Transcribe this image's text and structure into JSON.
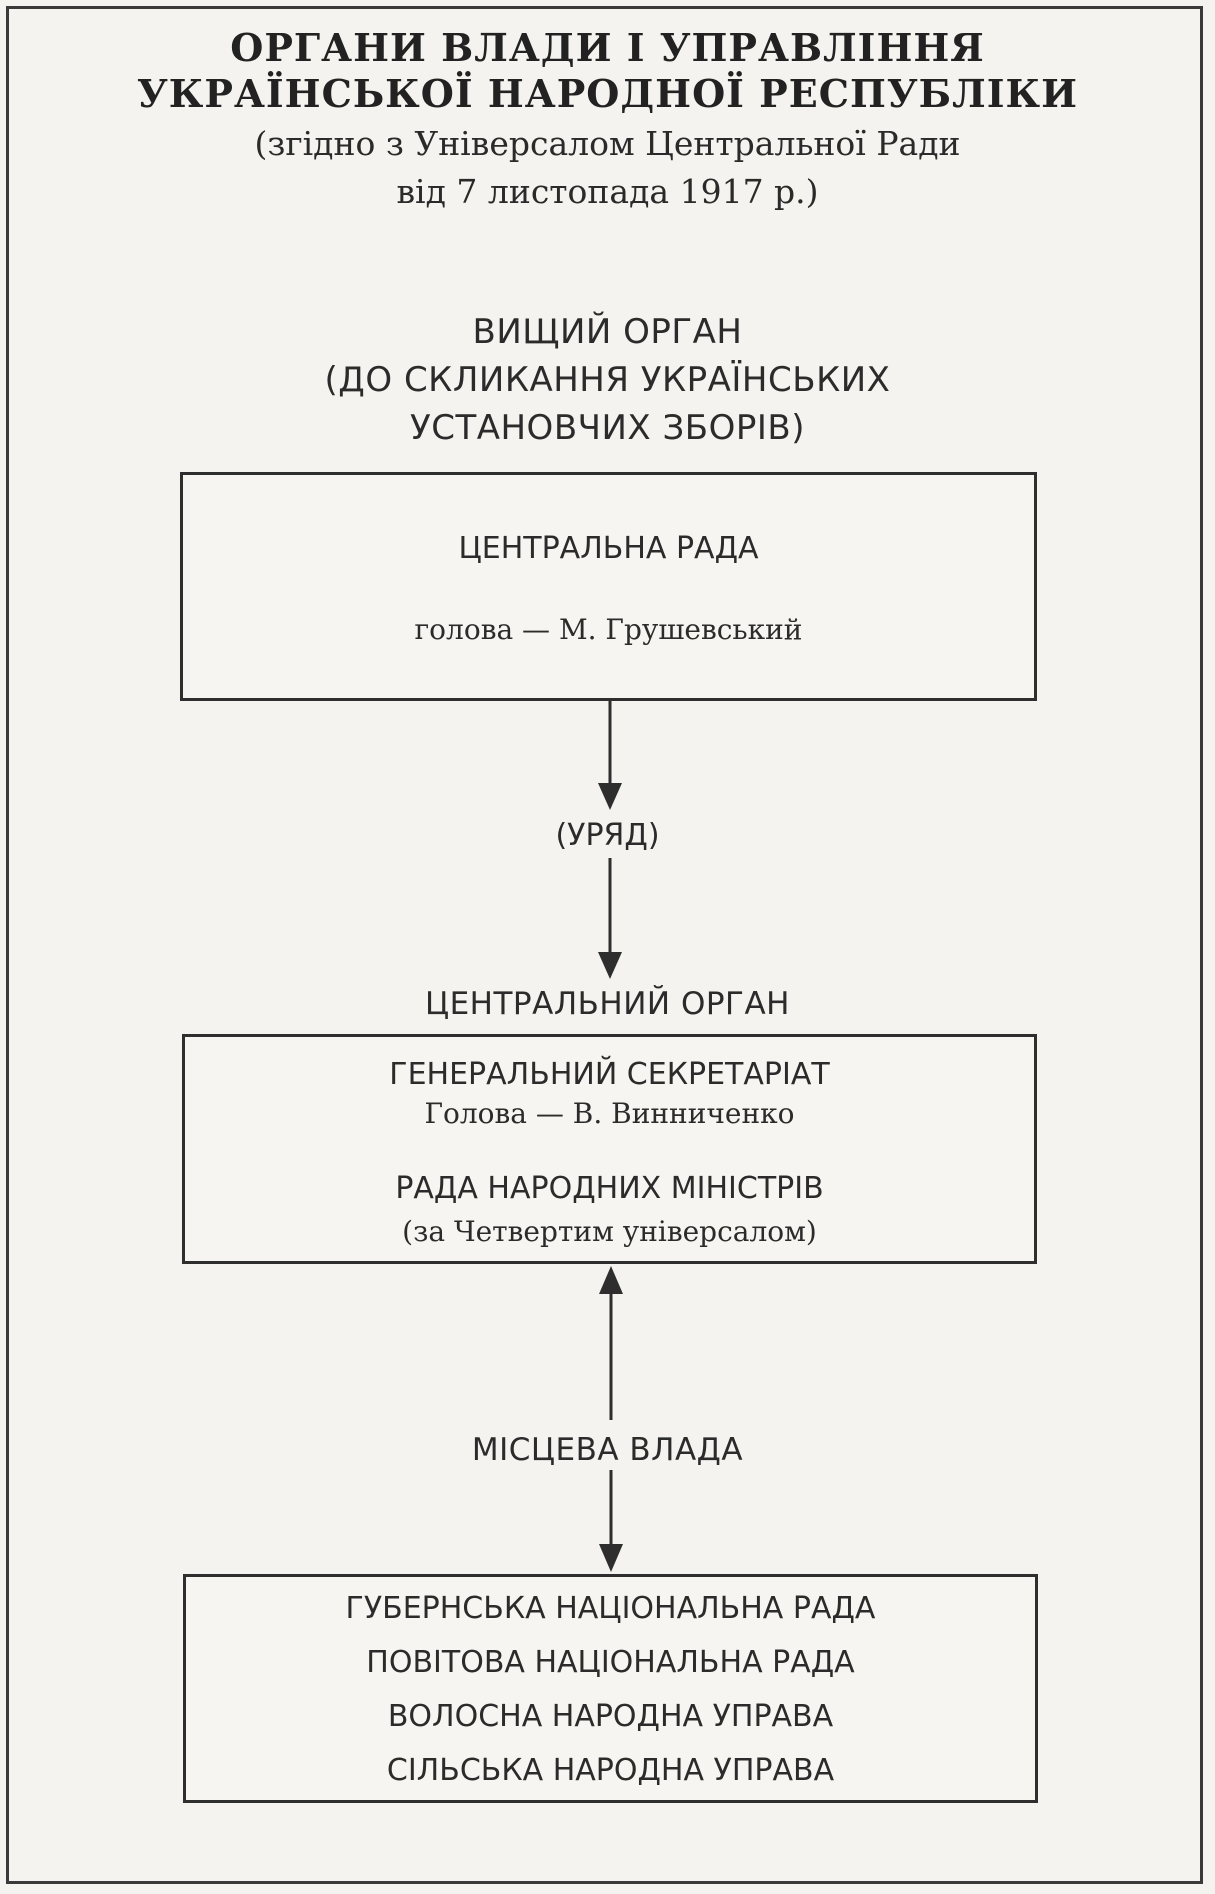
{
  "header": {
    "title_line1": "ОРГАНИ ВЛАДИ І УПРАВЛІННЯ",
    "title_line2": "УКРАЇНСЬКОЇ НАРОДНОЇ РЕСПУБЛІКИ",
    "subtitle_line1": "(згідно з Універсалом Центральної Ради",
    "subtitle_line2": "від 7 листопада 1917 р.)"
  },
  "supreme_organ": {
    "line1": "ВИЩИЙ ОРГАН",
    "line2": "(ДО СКЛИКАННЯ УКРАЇНСЬКИХ",
    "line3": "УСТАНОВЧИХ ЗБОРІВ)"
  },
  "central_rada_box": {
    "title": "ЦЕНТРАЛЬНА РАДА",
    "head": "голова — М. Грушевський"
  },
  "government_label": "(УРЯД)",
  "central_organ_label": "ЦЕНТРАЛЬНИЙ ОРГАН",
  "secretariat_box": {
    "title": "ГЕНЕРАЛЬНИЙ СЕКРЕТАРІАТ",
    "head": "Голова — В. Винниченко",
    "council": "РАДА НАРОДНИХ МІНІСТРІВ",
    "note": "(за Четвертим універсалом)"
  },
  "local_power_label": "МІСЦЕВА ВЛАДА",
  "local_box": {
    "items": [
      "ГУБЕРНСЬКА НАЦІОНАЛЬНА РАДА",
      "ПОВІТОВА НАЦІОНАЛЬНА РАДА",
      "ВОЛОСНА НАРОДНА УПРАВА",
      "СІЛЬСЬКА НАРОДНА УПРАВА"
    ]
  },
  "colors": {
    "ink": "#2e2e2e",
    "paper": "#f4f3ef"
  }
}
